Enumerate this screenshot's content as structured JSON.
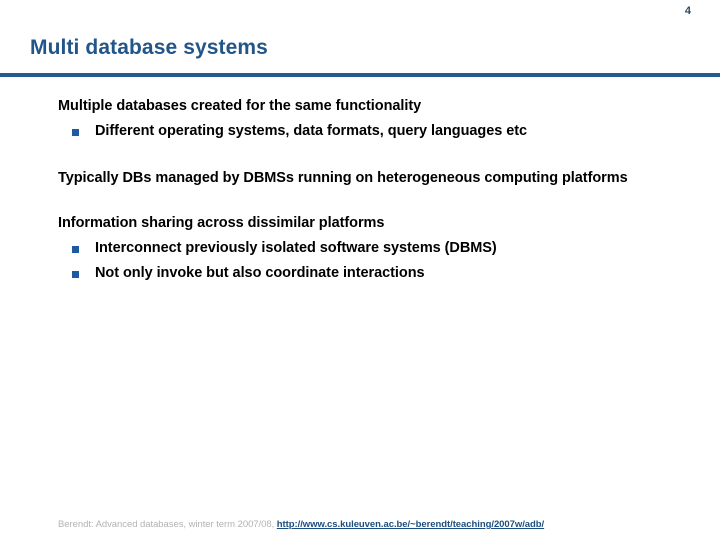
{
  "slide": {
    "page_number": "4",
    "title": "Multi database systems",
    "accent_color": "#265a92",
    "title_color": "#225588",
    "bullet_color": "#1f5aa0",
    "body": [
      {
        "heading": "Multiple databases created for the same functionality",
        "bullets": [
          "Different operating systems, data formats, query languages etc"
        ]
      },
      {
        "heading": "Typically DBs managed by DBMSs running on heterogeneous computing platforms",
        "bullets": []
      },
      {
        "heading": "Information sharing across dissimilar platforms",
        "bullets": [
          "Interconnect previously isolated software systems (DBMS)",
          "Not only invoke but also coordinate interactions"
        ]
      }
    ],
    "footer": {
      "text": "Berendt: Advanced databases, winter term 2007/08, ",
      "link": "http://www.cs.kuleuven.ac.be/~berendt/teaching/2007w/adb/",
      "text_color": "#b3b3b3",
      "link_color": "#1c4e80"
    }
  }
}
